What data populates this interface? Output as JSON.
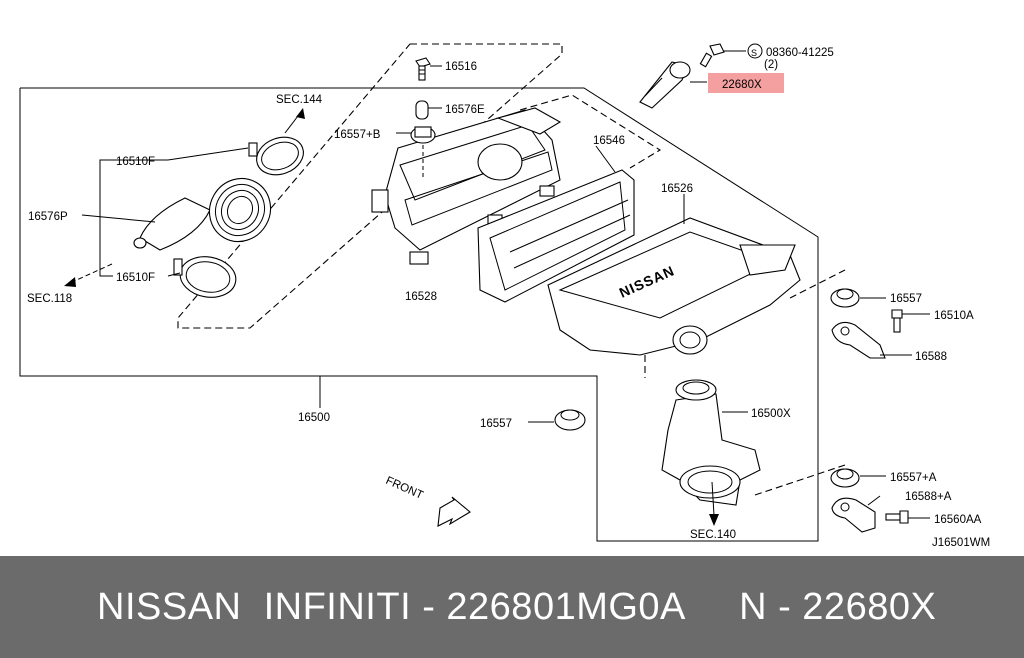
{
  "diagram": {
    "labels": {
      "sec144": "SEC.144",
      "sec118": "SEC.118",
      "sec140": "SEC.140",
      "p16510F_a": "16510F",
      "p16510F_b": "16510F",
      "p16576P": "16576P",
      "p16516": "16516",
      "p16576E": "16576E",
      "p16557B": "16557+B",
      "p16546": "16546",
      "p16526": "16526",
      "p16528": "16528",
      "p16500": "16500",
      "p16557_a": "16557",
      "p16557_b": "16557",
      "p16510A": "16510A",
      "p16588": "16588",
      "p16500X": "16500X",
      "p16557A": "16557+A",
      "p16588A": "16588+A",
      "p16560AA": "16560AA",
      "bolt": "08360-41225",
      "bolt_qty": "(2)",
      "bolt_symbol": "S",
      "sensor": "22680X",
      "front": "FRONT",
      "ref_code": "J16501WM",
      "cover_logo": "NISSAN"
    },
    "highlight_color": "#f4a0a0"
  },
  "footer": {
    "title": "NISSAN  INFINITI - 226801MG0A     N - 22680X",
    "background": "#6b6b6b"
  }
}
